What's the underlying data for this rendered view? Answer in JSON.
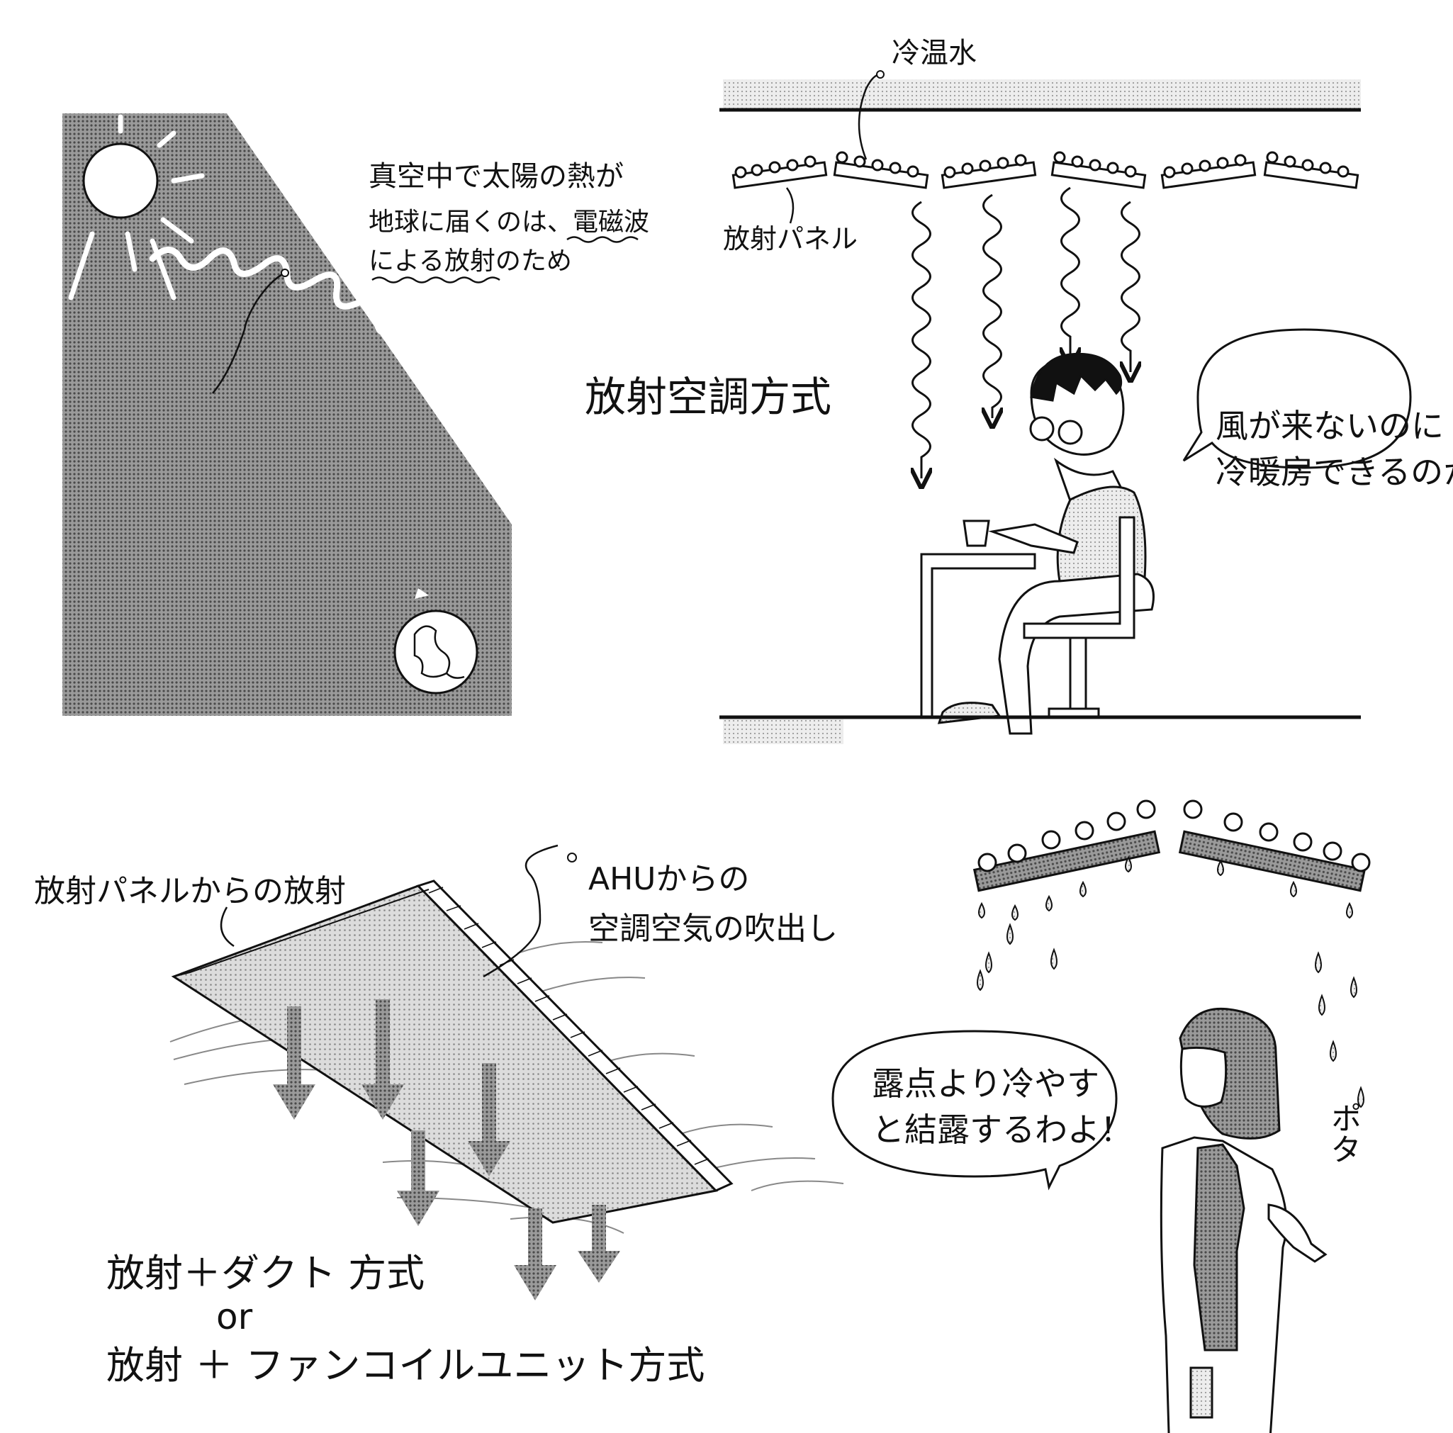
{
  "panel_sun": {
    "caption_line1": "真空中で太陽の熱が",
    "caption_line2": "地球に届くのは、電磁波",
    "caption_line3": "による放射のため"
  },
  "panel_room": {
    "water_label": "冷温水",
    "panel_label": "放射パネル",
    "system_label": "放射空調方式",
    "speech_line1": "風が来ないのに",
    "speech_line2": "冷暖房できるのか"
  },
  "panel_duct": {
    "radiation_label": "放射パネルからの放射",
    "ahu_line1": "AHUからの",
    "ahu_line2": "空調空気の吹出し",
    "method_line1": "放射＋ダクト 方式",
    "method_or": "or",
    "method_line2": "放射 ＋ ファンコイルユニット方式"
  },
  "panel_dew": {
    "speech_line1": "露点より冷やす",
    "speech_line2": "と結露するわよ！",
    "sound_effect": "ポタ"
  },
  "colors": {
    "ink": "#111111",
    "tone_dark": "#8a8a8a",
    "tone_light": "#d6d6d6",
    "paper": "#ffffff"
  }
}
